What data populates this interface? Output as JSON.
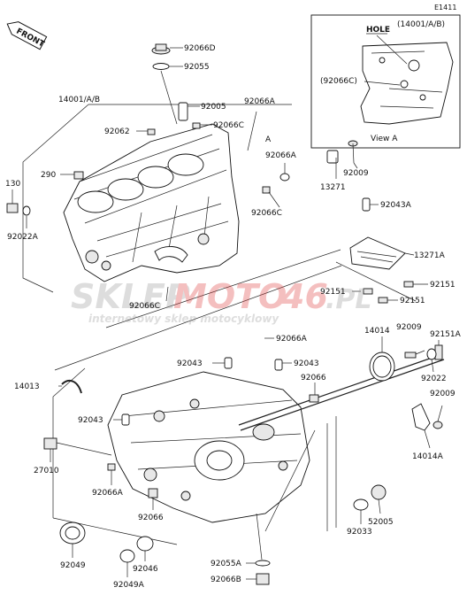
{
  "diagram_code": "E1411",
  "front_badge": "FRONT",
  "view_a": {
    "hole_label": "HOLE",
    "part_ref": "(14001/A/B)",
    "bolt_ref": "(92066C)",
    "caption": "View A"
  },
  "callouts": [
    {
      "id": "c1",
      "text": "92066D"
    },
    {
      "id": "c2",
      "text": "92055"
    },
    {
      "id": "c3",
      "text": "14001/A/B"
    },
    {
      "id": "c4",
      "text": "92005"
    },
    {
      "id": "c5",
      "text": "92066A"
    },
    {
      "id": "c6",
      "text": "92062"
    },
    {
      "id": "c7",
      "text": "92066C"
    },
    {
      "id": "c8",
      "text": "A"
    },
    {
      "id": "c9",
      "text": "92066A"
    },
    {
      "id": "c10",
      "text": "290"
    },
    {
      "id": "c11",
      "text": "130"
    },
    {
      "id": "c12",
      "text": "92022A"
    },
    {
      "id": "c13",
      "text": "13271"
    },
    {
      "id": "c14",
      "text": "92009"
    },
    {
      "id": "c15",
      "text": "92066C"
    },
    {
      "id": "c16",
      "text": "92043A"
    },
    {
      "id": "c17",
      "text": "13271A"
    },
    {
      "id": "c18",
      "text": "92151"
    },
    {
      "id": "c19",
      "text": "92151"
    },
    {
      "id": "c20",
      "text": "92151"
    },
    {
      "id": "c21",
      "text": "92066C"
    },
    {
      "id": "c22",
      "text": "92066A"
    },
    {
      "id": "c23",
      "text": "14014"
    },
    {
      "id": "c24",
      "text": "92009"
    },
    {
      "id": "c25",
      "text": "92151A"
    },
    {
      "id": "c26",
      "text": "92043"
    },
    {
      "id": "c27",
      "text": "92043"
    },
    {
      "id": "c28",
      "text": "92066"
    },
    {
      "id": "c29",
      "text": "92022"
    },
    {
      "id": "c30",
      "text": "14013"
    },
    {
      "id": "c31",
      "text": "92009"
    },
    {
      "id": "c32",
      "text": "92043"
    },
    {
      "id": "c33",
      "text": "14014A"
    },
    {
      "id": "c34",
      "text": "27010"
    },
    {
      "id": "c35",
      "text": "92066A"
    },
    {
      "id": "c36",
      "text": "92066"
    },
    {
      "id": "c37",
      "text": "92033"
    },
    {
      "id": "c38",
      "text": "52005"
    },
    {
      "id": "c39",
      "text": "92049"
    },
    {
      "id": "c40",
      "text": "92046"
    },
    {
      "id": "c41",
      "text": "92055A"
    },
    {
      "id": "c42",
      "text": "92049A"
    },
    {
      "id": "c43",
      "text": "92066B"
    }
  ],
  "watermark": {
    "brand_left": "SKLEP",
    "brand_right": "MOTO",
    "brand_number": "46",
    "brand_tld": ".PL",
    "tagline": "internetowy sklep motocyklowy"
  }
}
